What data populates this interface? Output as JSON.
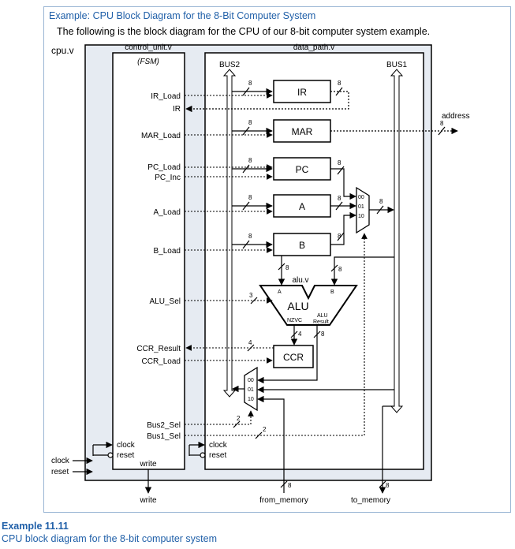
{
  "figure": {
    "title": "Example: CPU Block Diagram for the 8-Bit Computer System",
    "subtitle": "The following is the block diagram for the CPU of our 8-bit computer system example.",
    "caption_number": "Example 11.11",
    "caption_text": "CPU block diagram for the 8-bit computer system"
  },
  "modules": {
    "cpu": "cpu.v",
    "control_unit": "control_unit.v",
    "fsm": "(FSM)",
    "data_path": "data_path.v",
    "alu": "alu.v"
  },
  "buses": {
    "bus2": "BUS2",
    "bus1": "BUS1"
  },
  "registers": {
    "ir": "IR",
    "mar": "MAR",
    "pc": "PC",
    "a": "A",
    "b": "B",
    "ccr": "CCR"
  },
  "alu_block": {
    "label": "ALU",
    "in_a": "A",
    "in_b": "B",
    "flags": "NZVC",
    "result_1": "ALU",
    "result_2": "Result"
  },
  "mux_inputs": {
    "sel00": "00",
    "sel01": "01",
    "sel10": "10"
  },
  "control_signals": {
    "ir_load": "IR_Load",
    "ir": "IR",
    "mar_load": "MAR_Load",
    "pc_load": "PC_Load",
    "pc_inc": "PC_Inc",
    "a_load": "A_Load",
    "b_load": "B_Load",
    "alu_sel": "ALU_Sel",
    "ccr_result": "CCR_Result",
    "ccr_load": "CCR_Load",
    "bus2_sel": "Bus2_Sel",
    "bus1_sel": "Bus1_Sel",
    "clock": "clock",
    "reset": "reset",
    "write": "write"
  },
  "ports": {
    "address": "address",
    "from_memory": "from_memory",
    "to_memory": "to_memory",
    "write": "write",
    "clock": "clock",
    "reset": "reset"
  },
  "bus_widths": {
    "w8": "8",
    "w4": "4",
    "w3": "3",
    "w2": "2"
  },
  "colors": {
    "title_blue": "#1f5fa8",
    "cpu_fill": "#e6ebf2",
    "frame_border": "#9ab6d4"
  }
}
